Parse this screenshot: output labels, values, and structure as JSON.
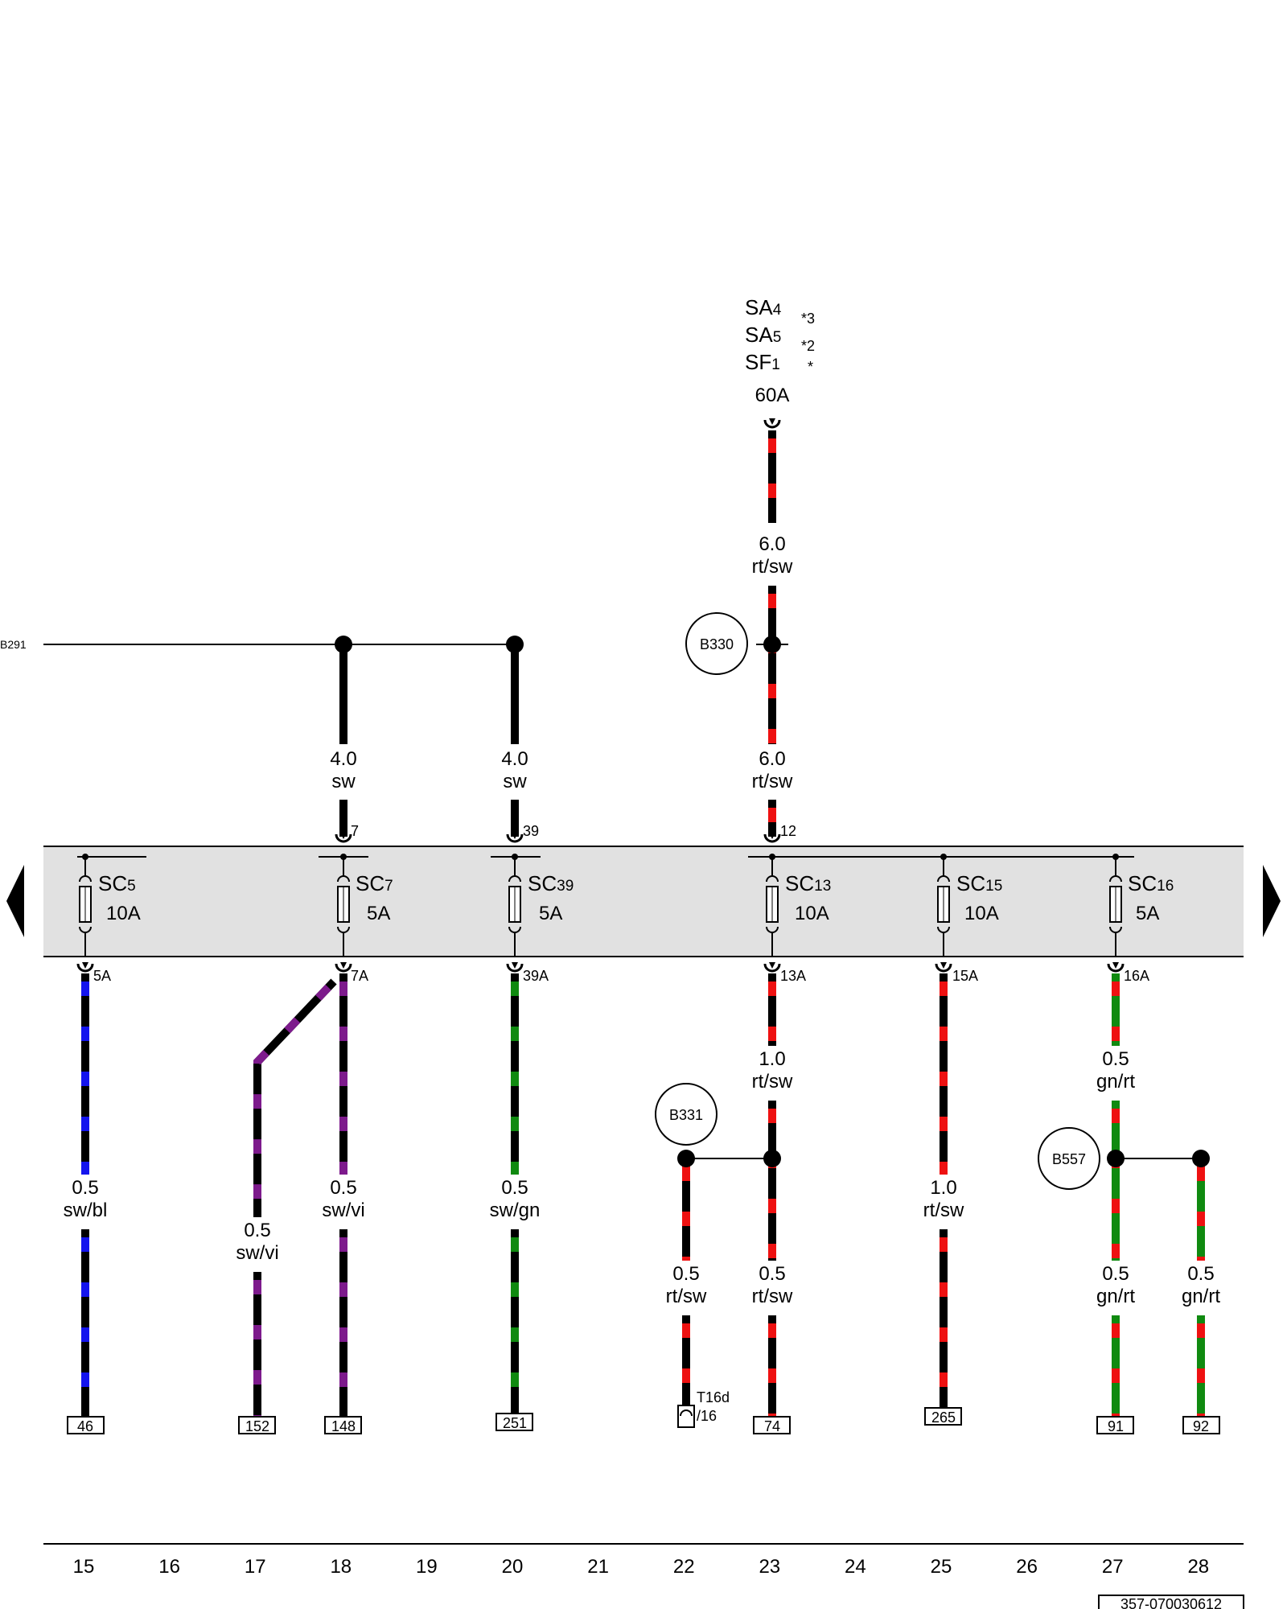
{
  "colors": {
    "sw": "#000000",
    "rt": "#ee1111",
    "bl": "#1414ee",
    "vi": "#7d1a8c",
    "gn": "#108a10",
    "panel": "#e1e1e1"
  },
  "main_supply": {
    "fuses": [
      {
        "name": "SA",
        "sub": "4",
        "note": "*3"
      },
      {
        "name": "SA",
        "sub": "5",
        "note": "*2"
      },
      {
        "name": "SF",
        "sub": "1",
        "note": "*"
      }
    ],
    "rating": "60A"
  },
  "ground_ref": "B291",
  "connections": {
    "b330": "B330",
    "b331": "B331",
    "b557": "B557"
  },
  "fuse_panel": {
    "fuses": [
      {
        "name": "SC",
        "sub": "5",
        "rating": "10A",
        "in_pin": "",
        "out_pin": "5A"
      },
      {
        "name": "SC",
        "sub": "7",
        "rating": "5A",
        "in_pin": "7",
        "out_pin": "7A"
      },
      {
        "name": "SC",
        "sub": "39",
        "rating": "5A",
        "in_pin": "39",
        "out_pin": "39A"
      },
      {
        "name": "SC",
        "sub": "13",
        "rating": "10A",
        "in_pin": "12",
        "out_pin": "13A"
      },
      {
        "name": "SC",
        "sub": "15",
        "rating": "10A",
        "in_pin": "",
        "out_pin": "15A"
      },
      {
        "name": "SC",
        "sub": "16",
        "rating": "5A",
        "in_pin": "",
        "out_pin": "16A"
      }
    ]
  },
  "wire_labels": {
    "w23_top": {
      "size": "6.0",
      "color": "rt/sw"
    },
    "w23_mid": {
      "size": "6.0",
      "color": "rt/sw"
    },
    "w18_in": {
      "size": "4.0",
      "color": "sw"
    },
    "w20_in": {
      "size": "4.0",
      "color": "sw"
    },
    "w15": {
      "size": "0.5",
      "color": "sw/bl"
    },
    "w17": {
      "size": "0.5",
      "color": "sw/vi"
    },
    "w18": {
      "size": "0.5",
      "color": "sw/vi"
    },
    "w20": {
      "size": "0.5",
      "color": "sw/gn"
    },
    "w23_out": {
      "size": "1.0",
      "color": "rt/sw"
    },
    "w22": {
      "size": "0.5",
      "color": "rt/sw"
    },
    "w23_low": {
      "size": "0.5",
      "color": "rt/sw"
    },
    "w25": {
      "size": "1.0",
      "color": "rt/sw"
    },
    "w27_out": {
      "size": "0.5",
      "color": "gn/rt"
    },
    "w27_low": {
      "size": "0.5",
      "color": "gn/rt"
    },
    "w28": {
      "size": "0.5",
      "color": "gn/rt"
    }
  },
  "terminals": {
    "t15": "46",
    "t17": "152",
    "t18": "148",
    "t20": "251",
    "t23": "74",
    "t25": "265",
    "t27": "91",
    "t28": "92"
  },
  "connector_t16d": {
    "name": "T16d",
    "pin": "/16"
  },
  "bottom_ruler": [
    "15",
    "16",
    "17",
    "18",
    "19",
    "20",
    "21",
    "22",
    "23",
    "24",
    "25",
    "26",
    "27",
    "28"
  ],
  "doc_id": "357-070030612"
}
